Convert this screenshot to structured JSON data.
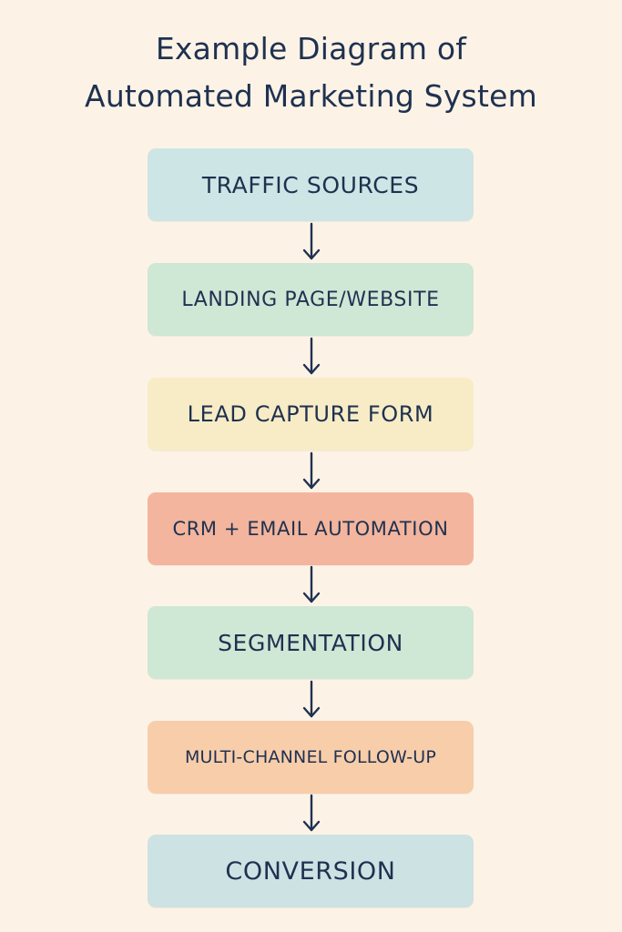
{
  "title": {
    "line1": "Example Diagram of",
    "line2": "Automated Marketing System"
  },
  "colors": {
    "background": "#fcf3e6",
    "text": "#1f3150",
    "arrow": "#1f3150"
  },
  "steps": [
    {
      "label": "TRAFFIC SOURCES",
      "color": "#cde5e4"
    },
    {
      "label": "LANDING PAGE/WEBSITE",
      "color": "#cfe7d5"
    },
    {
      "label": "LEAD CAPTURE FORM",
      "color": "#f7ecc6"
    },
    {
      "label": "CRM + EMAIL AUTOMATION",
      "color": "#f3b59d"
    },
    {
      "label": "SEGMENTATION",
      "color": "#cfe7d5"
    },
    {
      "label": "MULTI-CHANNEL FOLLOW-UP",
      "color": "#f8cdaa"
    },
    {
      "label": "CONVERSION",
      "color": "#cde2e3"
    }
  ]
}
